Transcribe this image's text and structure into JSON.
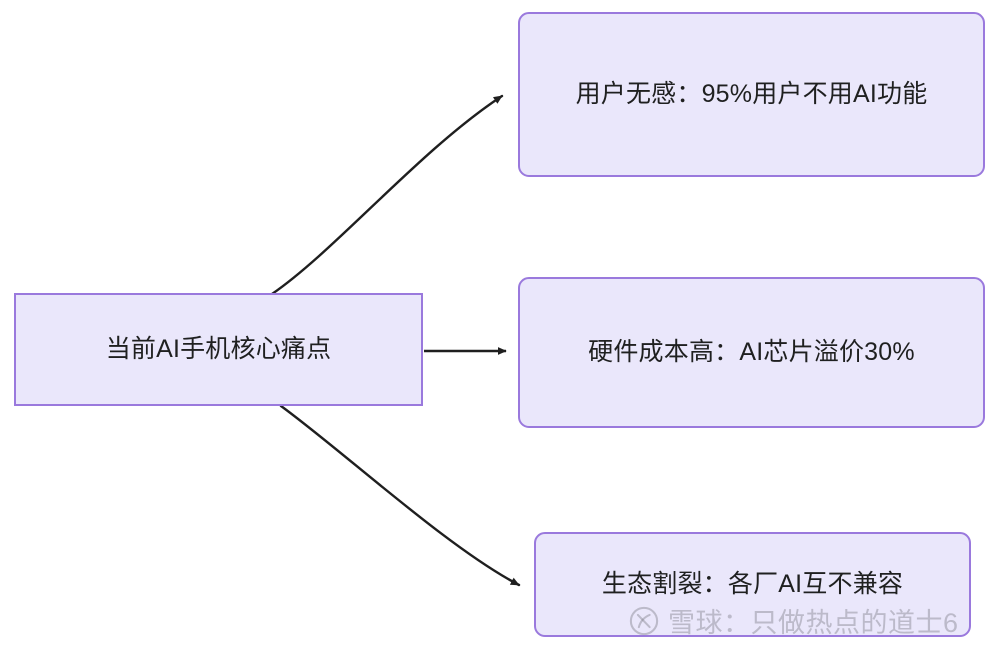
{
  "diagram": {
    "type": "flowchart",
    "direction": "left-to-right",
    "background_color": "#ffffff",
    "node_fill_color": "#eae7fb",
    "node_border_color": "#9a79dd",
    "node_text_color": "#1f2020",
    "edge_color": "#1f1f1f",
    "root": {
      "id": "root",
      "label": "当前AI手机核心痛点"
    },
    "branches": [
      {
        "id": "branch-1",
        "label": "用户无感：95%用户不用AI功能"
      },
      {
        "id": "branch-2",
        "label": "硬件成本高：AI芯片溢价30%"
      },
      {
        "id": "branch-3",
        "label": "生态割裂：各厂AI互不兼容"
      }
    ],
    "edges": [
      {
        "from": "root",
        "to": "branch-1",
        "style": "curved",
        "arrow": "triangle"
      },
      {
        "from": "root",
        "to": "branch-2",
        "style": "straight",
        "arrow": "triangle"
      },
      {
        "from": "root",
        "to": "branch-3",
        "style": "curved",
        "arrow": "triangle"
      }
    ]
  },
  "watermark": {
    "logo_icon": "xueqiu-circle-logo-icon",
    "text": "雪球：只做热点的道士6",
    "color": "#7d7d85"
  }
}
